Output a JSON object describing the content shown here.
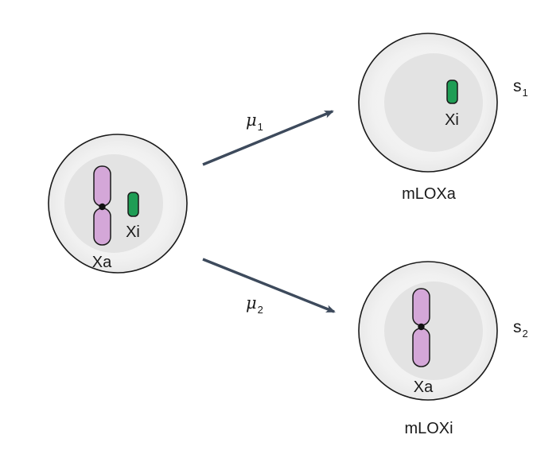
{
  "cells": {
    "source": {
      "xa_label": "Xa",
      "xi_label": "Xi"
    },
    "top": {
      "xi_label": "Xi",
      "name": "mLOXa",
      "fitness": "s",
      "fitness_sub": "1"
    },
    "bottom": {
      "xa_label": "Xa",
      "name": "mLOXi",
      "fitness": "s",
      "fitness_sub": "2"
    }
  },
  "transitions": {
    "upper": {
      "rate": "μ",
      "rate_sub": "1"
    },
    "lower": {
      "rate": "μ",
      "rate_sub": "2"
    }
  },
  "colors": {
    "xa_chromosome": "#d4a7d8",
    "xi_chromosome": "#1f9d55",
    "nucleus": "#e3e3e3",
    "cell": "#f2f2f2",
    "arrow": "#3d4a5c"
  }
}
